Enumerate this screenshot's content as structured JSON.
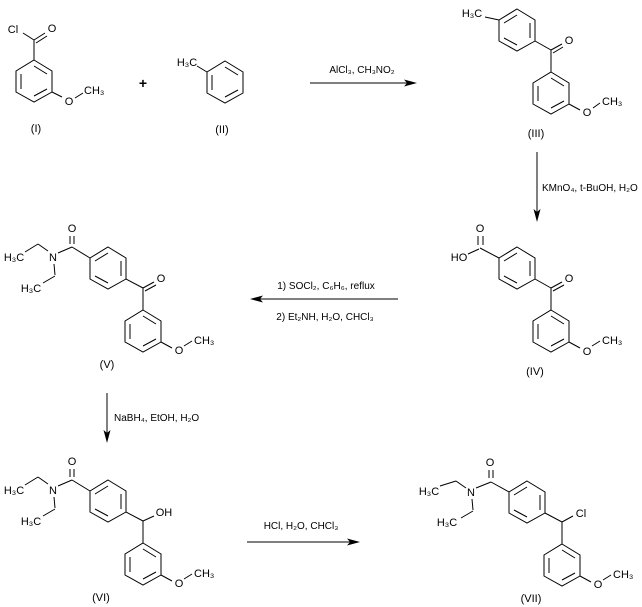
{
  "scheme": {
    "plus": "+",
    "compound_I": {
      "label": "(I)",
      "cl": "Cl",
      "carbonyl_o": "O",
      "methoxy_o": "O",
      "methoxy_ch3": "CH₃"
    },
    "compound_II": {
      "label": "(II)",
      "methyl": "H₃C"
    },
    "compound_III": {
      "label": "(III)",
      "methyl": "H₃C",
      "carbonyl_o": "O",
      "methoxy_o": "O",
      "methoxy_ch3": "CH₃"
    },
    "compound_IV": {
      "label": "(IV)",
      "acid_o": "O",
      "acid_ho": "HO",
      "carbonyl_o": "O",
      "methoxy_o": "O",
      "methoxy_ch3": "CH₃"
    },
    "compound_V": {
      "label": "(V)",
      "ethyl1_ch3": "H₃C",
      "ethyl2_ch3": "H₃C",
      "n": "N",
      "amide_o": "O",
      "carbonyl_o": "O",
      "methoxy_o": "O",
      "methoxy_ch3": "CH₃"
    },
    "compound_VI": {
      "label": "(VI)",
      "ethyl1_ch3": "H₃C",
      "ethyl2_ch3": "H₃C",
      "n": "N",
      "amide_o": "O",
      "oh": "OH",
      "methoxy_o": "O",
      "methoxy_ch3": "CH₃"
    },
    "compound_VII": {
      "label": "(VII)",
      "ethyl1_ch3": "H₃C",
      "ethyl2_ch3": "H₃C",
      "n": "N",
      "amide_o": "O",
      "cl": "Cl",
      "methoxy_o": "O",
      "methoxy_ch3": "CH₃"
    },
    "step1": {
      "reagents": "AlCl₃, CH₃NO₂"
    },
    "step2": {
      "reagents": "KMnO₄, t-BuOH, H₂O"
    },
    "step3": {
      "line1": "1) SOCl₂, C₆H₆, reflux",
      "line2": "2) Et₂NH, H₂O, CHCl₃"
    },
    "step4": {
      "reagents": "NaBH₄, EtOH, H₂O"
    },
    "step5": {
      "reagents": "HCl, H₂O, CHCl₃"
    }
  }
}
